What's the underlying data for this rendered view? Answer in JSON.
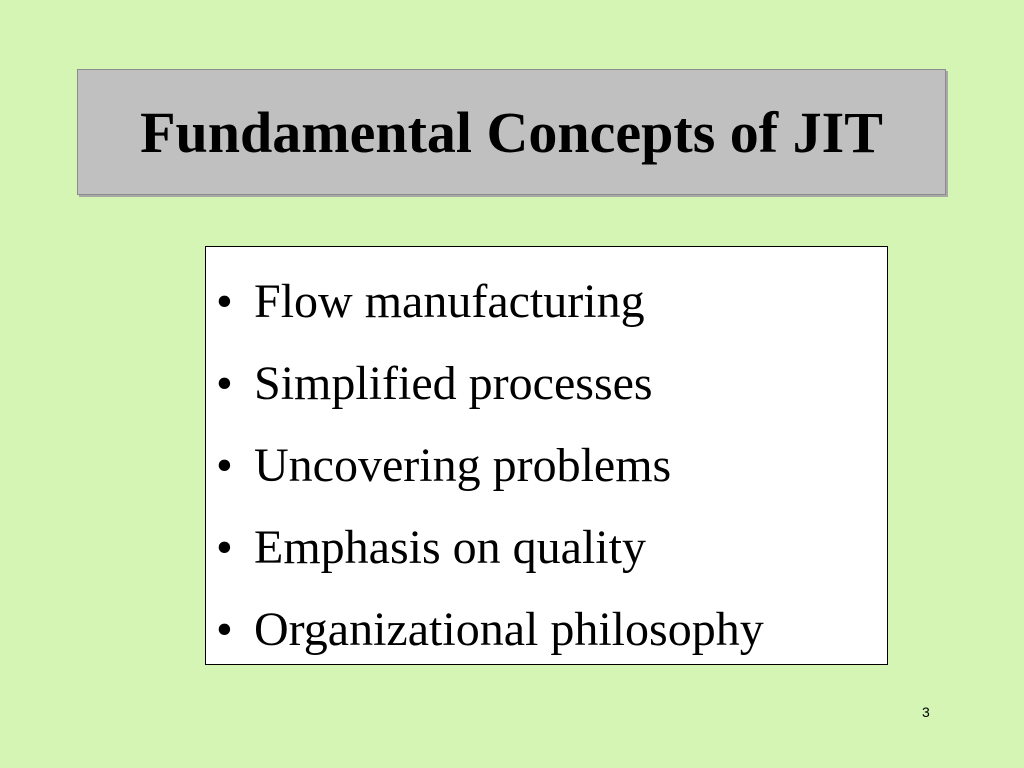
{
  "slide": {
    "title": "Fundamental Concepts of JIT",
    "bullets": [
      {
        "text": "Flow manufacturing"
      },
      {
        "text": "Simplified processes"
      },
      {
        "text": "Uncovering problems"
      },
      {
        "text": "Emphasis on quality"
      },
      {
        "text": "Organizational philosophy"
      }
    ],
    "bullet_symbol": "•",
    "page_number": "3"
  },
  "colors": {
    "background": "#d4f5b4",
    "title_box": "#c0c0c0",
    "content_box": "#ffffff",
    "text": "#000000"
  }
}
